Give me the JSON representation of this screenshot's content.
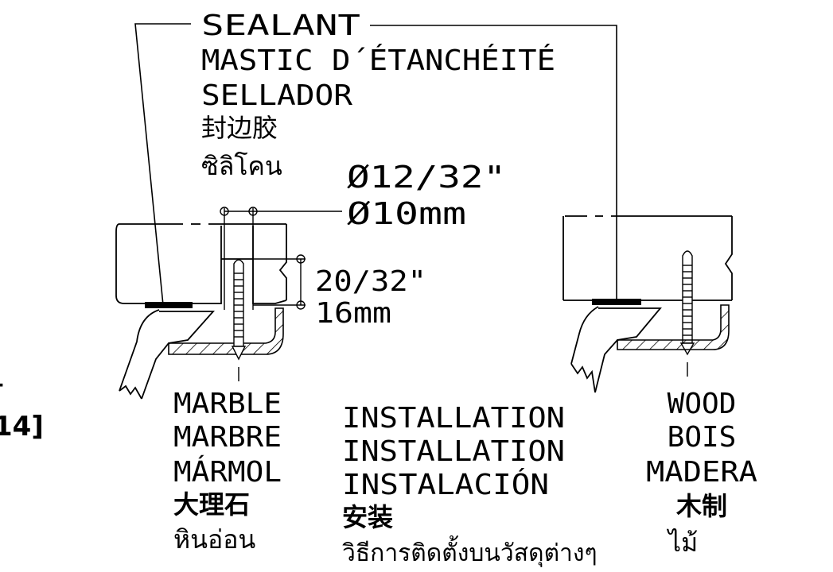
{
  "sealant": {
    "en": "SEALANT",
    "fr": "MASTIC D´ÉTANCHÉITÉ",
    "es": "SELLADOR",
    "zh": "封边胶",
    "th": "ซิลิโคน"
  },
  "dims": {
    "hole_in": "Ø12/32\"",
    "hole_mm": "Ø10mm",
    "depth_in": "20/32\"",
    "depth_mm": "16mm"
  },
  "marble": {
    "en": "MARBLE",
    "fr": "MARBRE",
    "es": "MÁRMOL",
    "zh": "大理石",
    "th": "หินอ่อน"
  },
  "installation": {
    "en": "INSTALLATION",
    "fr": "INSTALLATION",
    "es": "INSTALACIÓN",
    "zh": "安装",
    "th": "วิธีการติดตั้งบนวัสดุต่างๆ"
  },
  "wood": {
    "en": "WOOD",
    "fr": "BOIS",
    "es": "MADERA",
    "zh": "木制",
    "th": "ไม้"
  },
  "edge_text": {
    "line1": "-",
    "line2": "14]"
  }
}
